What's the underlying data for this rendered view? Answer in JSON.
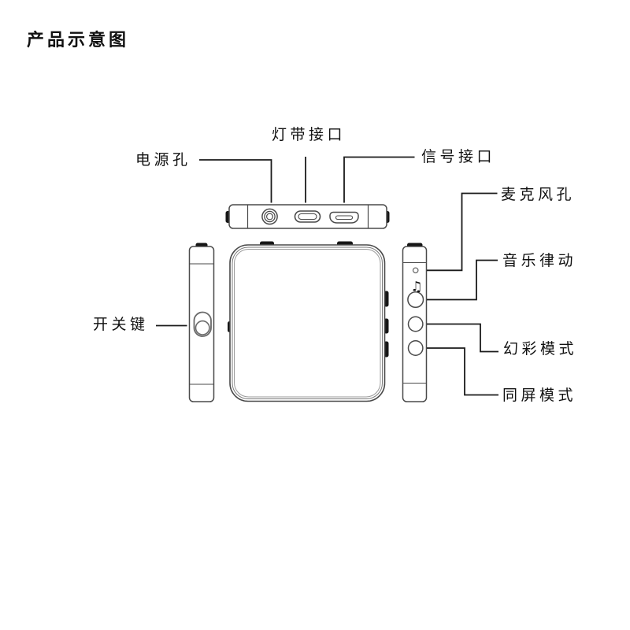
{
  "title": "产品示意图",
  "labels": {
    "power_hole": "电源孔",
    "led_strip_port": "灯带接口",
    "signal_port": "信号接口",
    "mic_hole": "麦克风孔",
    "music_rhythm": "音乐律动",
    "power_switch": "开关键",
    "magic_color_mode": "幻彩模式",
    "screen_sync_mode": "同屏模式"
  },
  "icons": {
    "music_note": "♫"
  },
  "colors": {
    "background": "#ffffff",
    "text": "#111111",
    "callout_line": "#1a1a1a",
    "device_stroke": "#4a4a4a",
    "tab_fill": "#161616"
  }
}
